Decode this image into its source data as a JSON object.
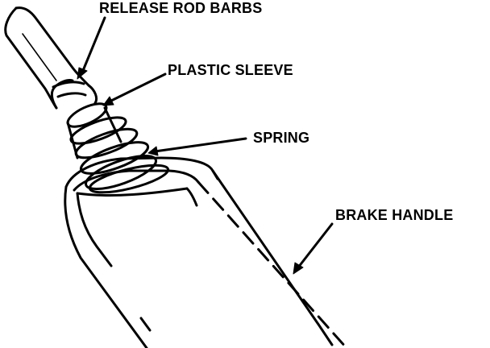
{
  "diagram": {
    "labels": {
      "release_rod_barbs": "RELEASE ROD BARBS",
      "plastic_sleeve": "PLASTIC SLEEVE",
      "spring": "SPRING",
      "brake_handle": "BRAKE HANDLE"
    },
    "colors": {
      "ink": "#000000",
      "paper": "#ffffff"
    }
  }
}
